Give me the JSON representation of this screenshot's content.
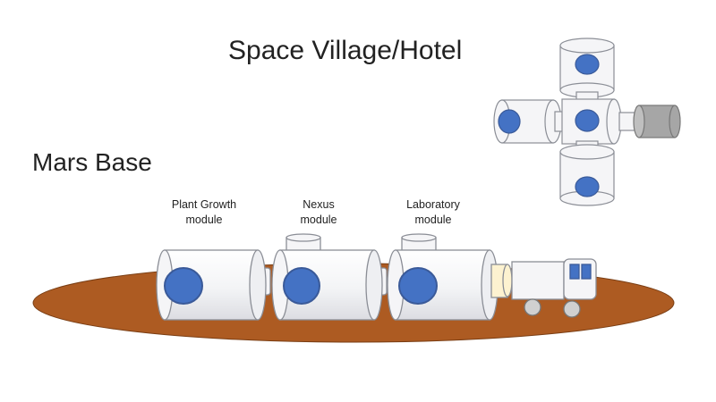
{
  "title": "Space Village/Hotel",
  "subtitle": "Mars Base",
  "modules": [
    {
      "line1": "Plant Growth",
      "line2": "module"
    },
    {
      "line1": "Nexus",
      "line2": "module"
    },
    {
      "line1": "Laboratory",
      "line2": "module"
    }
  ],
  "colors": {
    "ground": "#ad5b22",
    "window": "#4472c4",
    "module_fill": "#f5f5f7",
    "outline": "#8b8e96",
    "airlock": "#fdf2d0",
    "docked_craft": "#a6a6a6"
  }
}
